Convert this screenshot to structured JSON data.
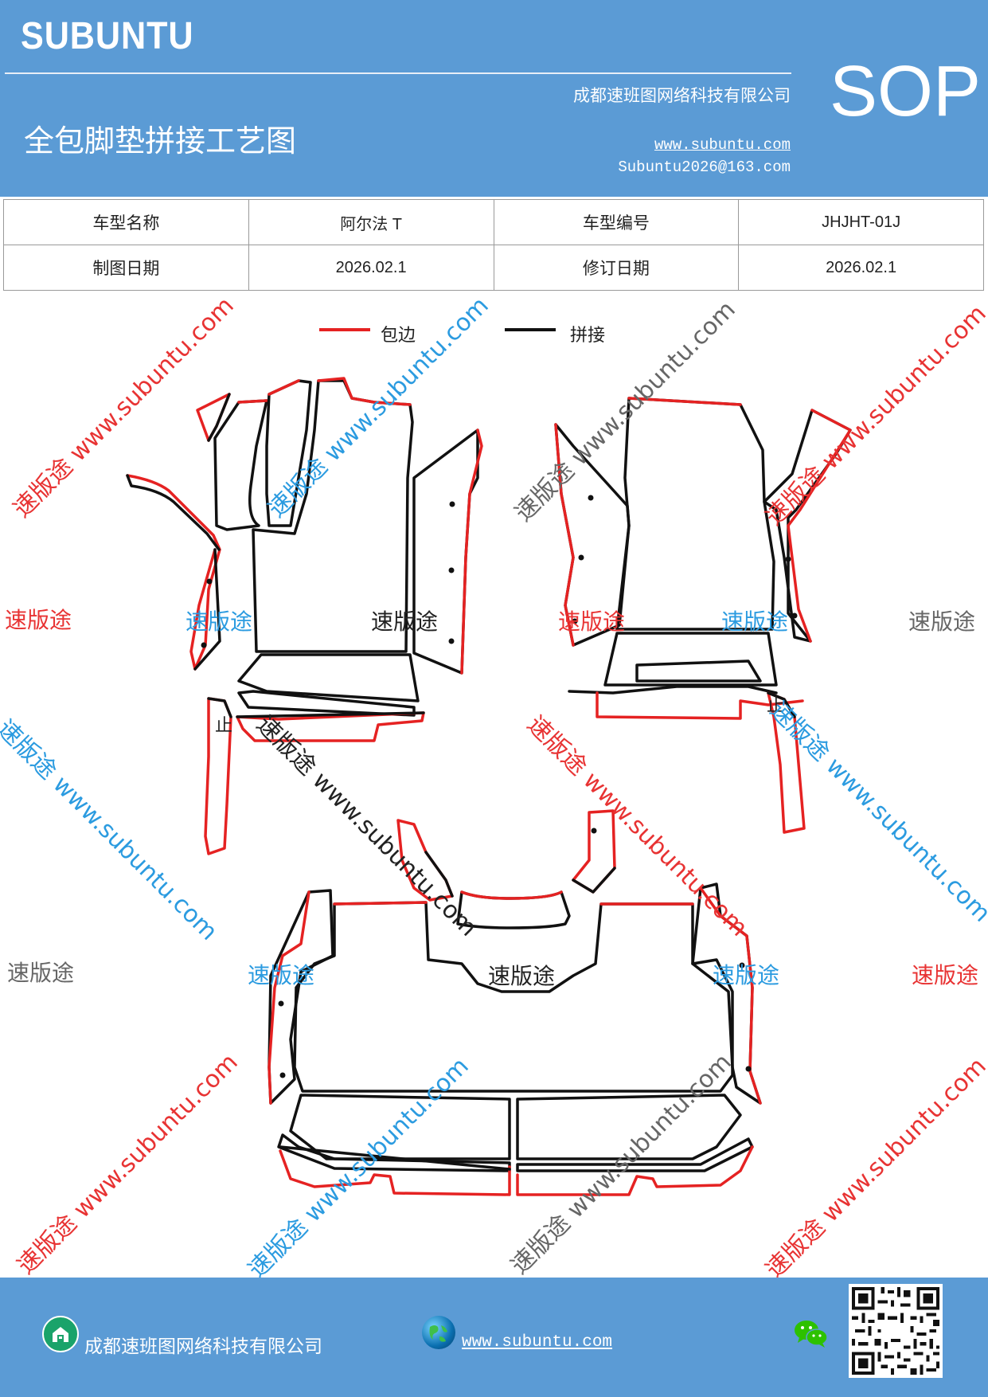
{
  "header": {
    "brand": "SUBUNTU",
    "company": "成都速班图网络科技有限公司",
    "title": "全包脚垫拼接工艺图",
    "website": "www.subuntu.com",
    "email": "Subuntu2026@163.com",
    "sop": "SOP"
  },
  "info_table": {
    "rows": [
      {
        "label1": "车型名称",
        "value1": "阿尔法 T",
        "label2": "车型编号",
        "value2": "JHJHT-01J"
      },
      {
        "label1": "制图日期",
        "value1": "2026.02.1",
        "label2": "修订日期",
        "value2": "2026.02.1"
      }
    ]
  },
  "legend": {
    "items": [
      {
        "label": "包边",
        "color": "#e52222"
      },
      {
        "label": "拼接",
        "color": "#111111"
      }
    ]
  },
  "diagram": {
    "stop_marks": [
      "止",
      "止"
    ],
    "center_labels": [
      "速版途",
      "速版途"
    ]
  },
  "watermarks": {
    "brand_cn": "速版途",
    "url_text": "速版途 www.subuntu.com"
  },
  "footer": {
    "company": "成都速班图网络科技有限公司",
    "website": "www.subuntu.com"
  },
  "colors": {
    "header_bg": "#5b9bd5",
    "edge_red": "#e52222",
    "seam_black": "#111111"
  }
}
